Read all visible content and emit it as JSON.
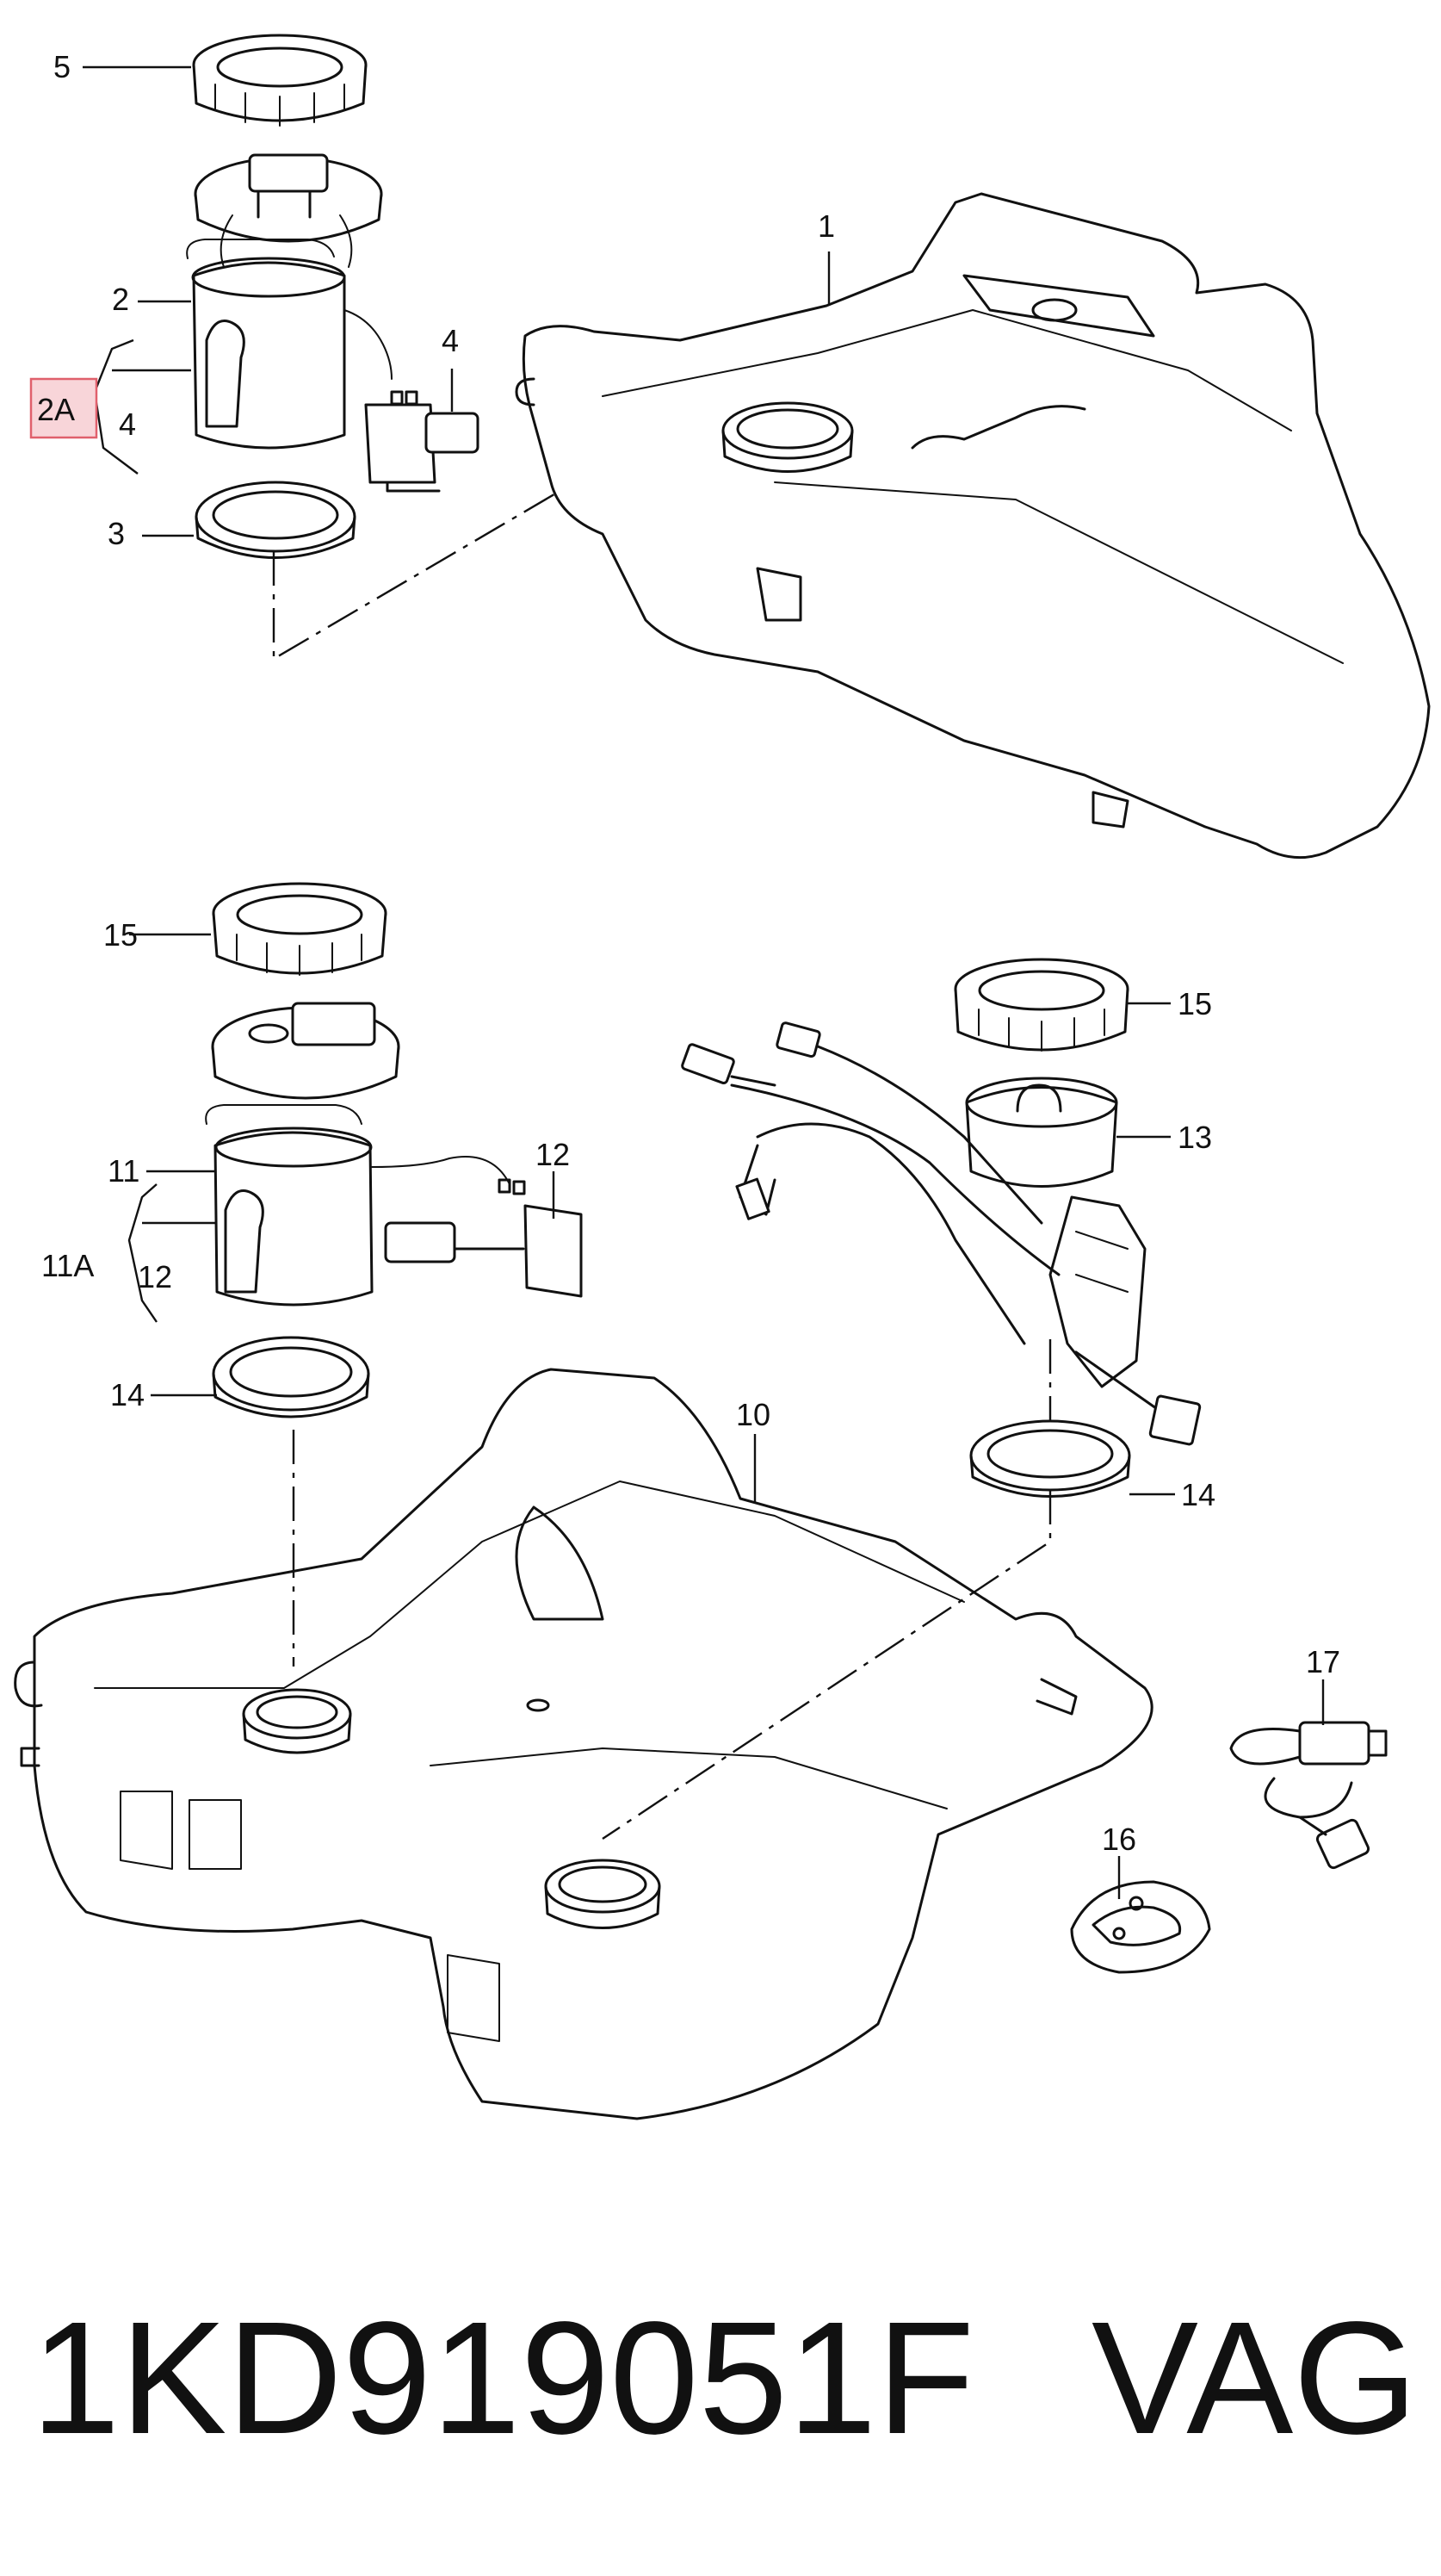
{
  "labels": {
    "l1": "1",
    "l2": "2",
    "l2a": "2A",
    "l3": "3",
    "l4a": "4",
    "l4b": "4",
    "l5": "5",
    "l10": "10",
    "l11": "11",
    "l11a": "11A",
    "l12a": "12",
    "l12b": "12",
    "l13": "13",
    "l14a": "14",
    "l14b": "14",
    "l15a": "15",
    "l15b": "15",
    "l16": "16",
    "l17": "17"
  },
  "caption": {
    "part_number": "1KD919051F",
    "brand": "VAG"
  },
  "colors": {
    "line": "#111111",
    "highlight_fill": "#f8d5d9",
    "highlight_stroke": "#e0606c"
  }
}
